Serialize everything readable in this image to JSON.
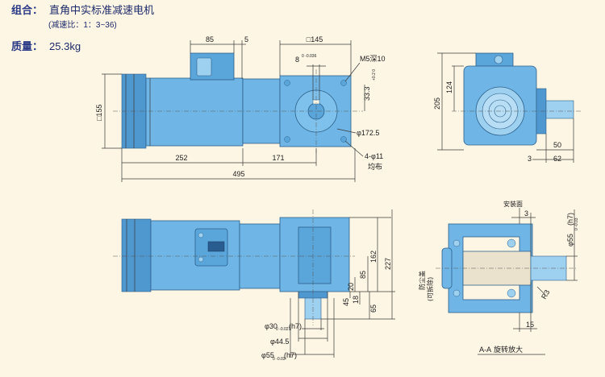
{
  "header": {
    "combo_label": "组合：",
    "combo_value": "直角中实标准减速电机",
    "ratio": "(减速比：1：3~36)",
    "mass_label": "质量：",
    "mass_value": "25.3kg"
  },
  "top_view": {
    "d85": "85",
    "d5": "5",
    "d145": "□145",
    "d8": "8",
    "d8_tol": "0 -0.036",
    "m5": "M5深10",
    "d33": "33.3",
    "d33_tol": "+0.2 0",
    "d155": "□155",
    "phi172": "φ172.5",
    "holes": "4-φ11",
    "holes2": "均布",
    "d252": "252",
    "d171": "171",
    "d495": "495"
  },
  "side_view": {
    "d205": "205",
    "d124": "124",
    "d50": "50",
    "d3": "3",
    "d62": "62"
  },
  "front_view": {
    "d162": "162",
    "d85": "85",
    "d227": "227",
    "d20": "20",
    "d18": "18",
    "d45": "45",
    "d65": "65",
    "phi30": "φ30",
    "phi30_tol": "0 -0.021",
    "phi30_fit": "(h7)",
    "phi44": "φ44.5",
    "phi55": "φ55",
    "phi55_tol": "0 -0.03",
    "phi55_fit": "(h7)"
  },
  "section_view": {
    "install_face": "安装面",
    "d3": "3",
    "phi55": "φ55",
    "phi55_tol": "0 -0.03",
    "phi55_fit": "(h7)",
    "cover_1": "防尘盖",
    "cover_2": "(可拆除)",
    "r3": "R3",
    "d15": "15",
    "caption": "A-A 旋转放大"
  },
  "colors": {
    "motor_body": "#6fb6e6",
    "outline": "#2c5f8a",
    "background": "#fdf6e4",
    "title": "#2a3a86"
  }
}
